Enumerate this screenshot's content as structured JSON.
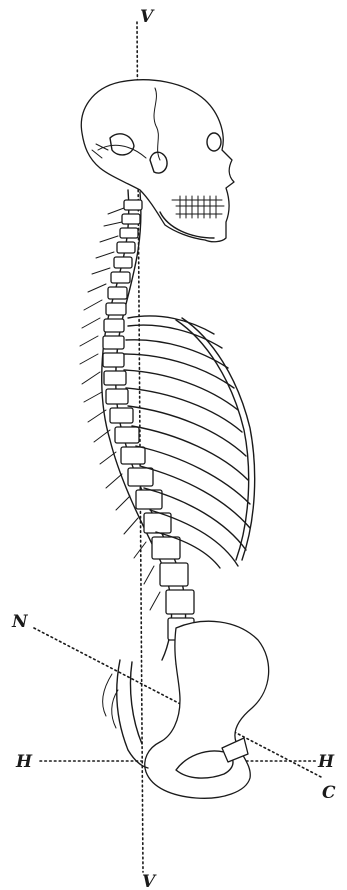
{
  "labels": {
    "vertical_top": "V",
    "vertical_bottom": "V",
    "horizontal_left": "H",
    "horizontal_right": "H",
    "n_axis": "N",
    "c_axis": "C"
  },
  "colors": {
    "ink": "#1a1a1a",
    "paper": "#ffffff"
  }
}
